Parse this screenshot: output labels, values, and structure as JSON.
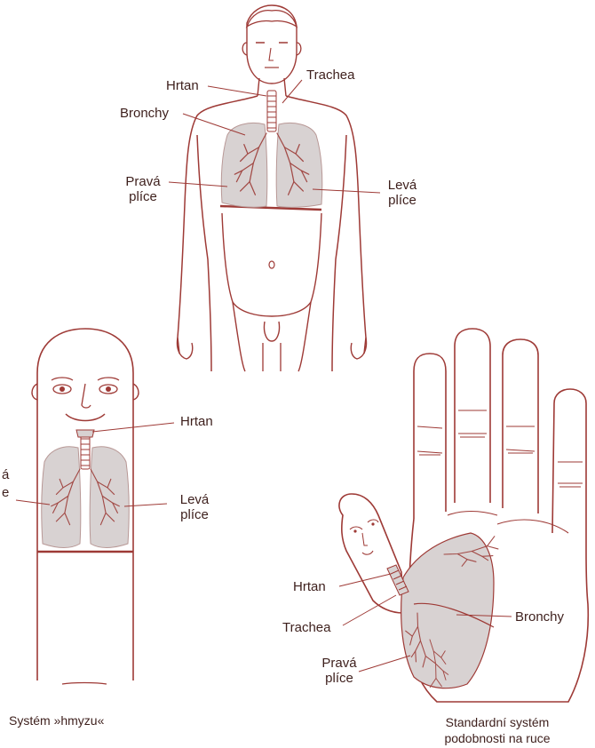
{
  "colors": {
    "stroke": "#9e3a36",
    "lung_fill": "#d8d2d2",
    "bronchi": "#a24a46",
    "text": "#3d1f1c"
  },
  "figure_body": {
    "labels": {
      "hrtan": "Hrtan",
      "trachea": "Trachea",
      "bronchy": "Bronchy",
      "prava_plice_1": "Pravá",
      "prava_plice_2": "plíce",
      "leva_plice_1": "Levá",
      "leva_plice_2": "plíce"
    }
  },
  "figure_insect": {
    "labels": {
      "hrtan": "Hrtan",
      "prava_partial_1": "á",
      "prava_partial_2": "e",
      "leva_plice_1": "Levá",
      "leva_plice_2": "plíce"
    },
    "caption": "Systém »hmyzu«"
  },
  "figure_hand": {
    "labels": {
      "hrtan": "Hrtan",
      "trachea": "Trachea",
      "bronchy": "Bronchy",
      "prava_plice_1": "Pravá",
      "prava_plice_2": "plíce"
    },
    "caption_1": "Standardní systém",
    "caption_2": "podobnosti na ruce"
  }
}
